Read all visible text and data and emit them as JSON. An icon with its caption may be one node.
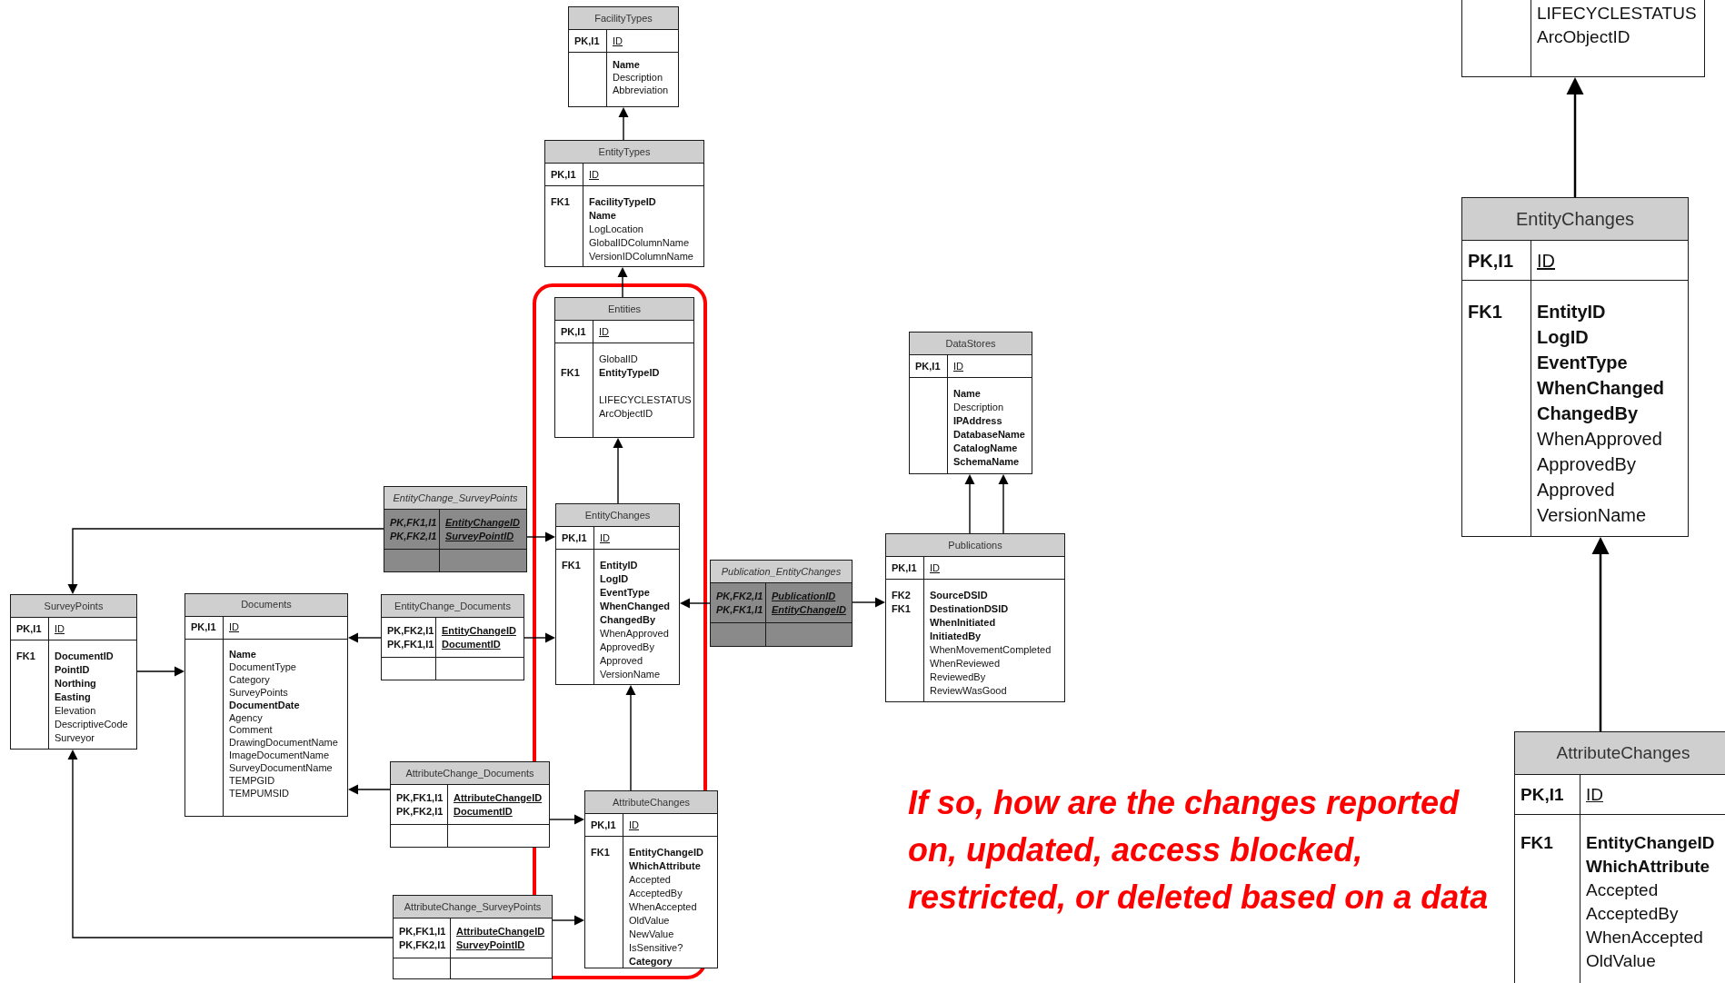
{
  "diagram": {
    "nodes": [
      {
        "text": [
          "FacilityTypes",
          "PK,I1",
          "ID",
          "**Name** Description Abbreviation"
        ]
      },
      {
        "text": [
          "EntityTypes",
          "PK,I1",
          "ID",
          "FK1",
          "**FacilityTypeID** **Name** LogLocation GlobalIDColumnName VersionIDColumnName"
        ]
      },
      {
        "text": [
          "Entities",
          "PK,I1",
          "ID",
          "FK1",
          "GlobalID **EntityTypeID** LIFECYCLESTATUS ArcObjectID"
        ]
      },
      {
        "text": [
          "DataStores",
          "PK,I1",
          "ID",
          "**Name** Description **IPAddress** **DatabaseName** **CatalogName** **SchemaName**"
        ]
      },
      {
        "text": [
          "EntityChange_SurveyPoints",
          "PK,FK1,I1 PK,FK2,I1",
          "EntityChangeID SurveyPointID"
        ]
      },
      {
        "text": [
          "EntityChanges",
          "PK,I1",
          "ID",
          "FK1",
          "**EntityID** **LogID** **EventType** **WhenChanged** **ChangedBy** WhenApproved ApprovedBy Approved VersionName"
        ]
      },
      {
        "text": [
          "Publication_EntityChanges",
          "PK,FK2,I1 PK,FK1,I1",
          "PublicationID EntityChangeID"
        ]
      },
      {
        "text": [
          "Publications",
          "PK,I1",
          "ID",
          "FK2 FK1",
          "**SourceDSID** **DestinationDSID** **WhenInitiated** **InitiatedBy** WhenMovementCompleted WhenReviewed ReviewedBy ReviewWasGood"
        ]
      },
      {
        "text": [
          "SurveyPoints",
          "PK,I1",
          "ID",
          "FK1",
          "**DocumentID** **PointID** **Northing** **Easting** Elevation DescriptiveCode Surveyor"
        ]
      },
      {
        "text": [
          "Documents",
          "PK,I1",
          "ID",
          "**Name** DocumentType Category SurveyPoints **DocumentDate** Agency Comment DrawingDocumentName ImageDocumentName SurveyDocumentName TEMPGID TEMPUMSID"
        ]
      },
      {
        "text": [
          "EntityChange_Documents",
          "PK,FK2,I1 PK,FK1,I1",
          "EntityChangeID DocumentID"
        ]
      },
      {
        "text": [
          "AttributeChange_Documents",
          "PK,FK1,I1 PK,FK2,I1",
          "AttributeChangeID DocumentID"
        ]
      },
      {
        "text": [
          "AttributeChanges",
          "PK,I1",
          "ID",
          "FK1",
          "**EntityChangeID** **WhichAttribute** Accepted AcceptedBy WhenAccepted OldValue NewValue IsSensitive? **Category**"
        ]
      },
      {
        "text": [
          "AttributeChange_SurveyPoints",
          "PK,FK1,I1 PK,FK2,I1",
          "AttributeChangeID SurveyPointID"
        ]
      },
      {
        "text": [
          "LIFECYCLESTATUS ArcObjectID"
        ]
      },
      {
        "text": [
          "EntityChanges",
          "PK,I1",
          "ID",
          "FK1",
          "**EntityID** **LogID** **EventType** **WhenChanged** **ChangedBy** WhenApproved ApprovedBy Approved VersionName"
        ]
      },
      {
        "text": [
          "AttributeChanges",
          "PK,I1",
          "ID",
          "FK1",
          "**EntityChangeID** **WhichAttribute** Accepted AcceptedBy WhenAccepted OldValue"
        ]
      }
    ],
    "edges": [
      {
        "from": 1,
        "to": 0,
        "arrow": "to"
      },
      {
        "from": 2,
        "to": 1,
        "arrow": "to"
      },
      {
        "from": 5,
        "to": 2,
        "arrow": "to"
      },
      {
        "from": 4,
        "to": 5,
        "arrow": "to"
      },
      {
        "from": 4,
        "to": 8,
        "arrow": "to"
      },
      {
        "from": 10,
        "to": 9,
        "arrow": "to"
      },
      {
        "from": 10,
        "to": 5,
        "arrow": "to"
      },
      {
        "from": 6,
        "to": 5,
        "arrow": "to"
      },
      {
        "from": 6,
        "to": 7,
        "arrow": "to"
      },
      {
        "from": 7,
        "to": 3,
        "arrow": "to"
      },
      {
        "from": 7,
        "to": 3,
        "arrow": "to"
      },
      {
        "from": 8,
        "to": 9,
        "arrow": "to"
      },
      {
        "from": 11,
        "to": 9,
        "arrow": "to"
      },
      {
        "from": 11,
        "to": 12,
        "arrow": "to"
      },
      {
        "from": 12,
        "to": 5,
        "arrow": "to"
      },
      {
        "from": 13,
        "to": 12,
        "arrow": "to"
      },
      {
        "from": 13,
        "to": 8,
        "arrow": "to"
      },
      {
        "from": 15,
        "to": 14,
        "arrow": "to"
      },
      {
        "from": 16,
        "to": 15,
        "arrow": "to"
      }
    ],
    "labels": [
      "If so, how are the changes reported on, updated, access blocked, restricted, or deleted based on a data"
    ]
  }
}
